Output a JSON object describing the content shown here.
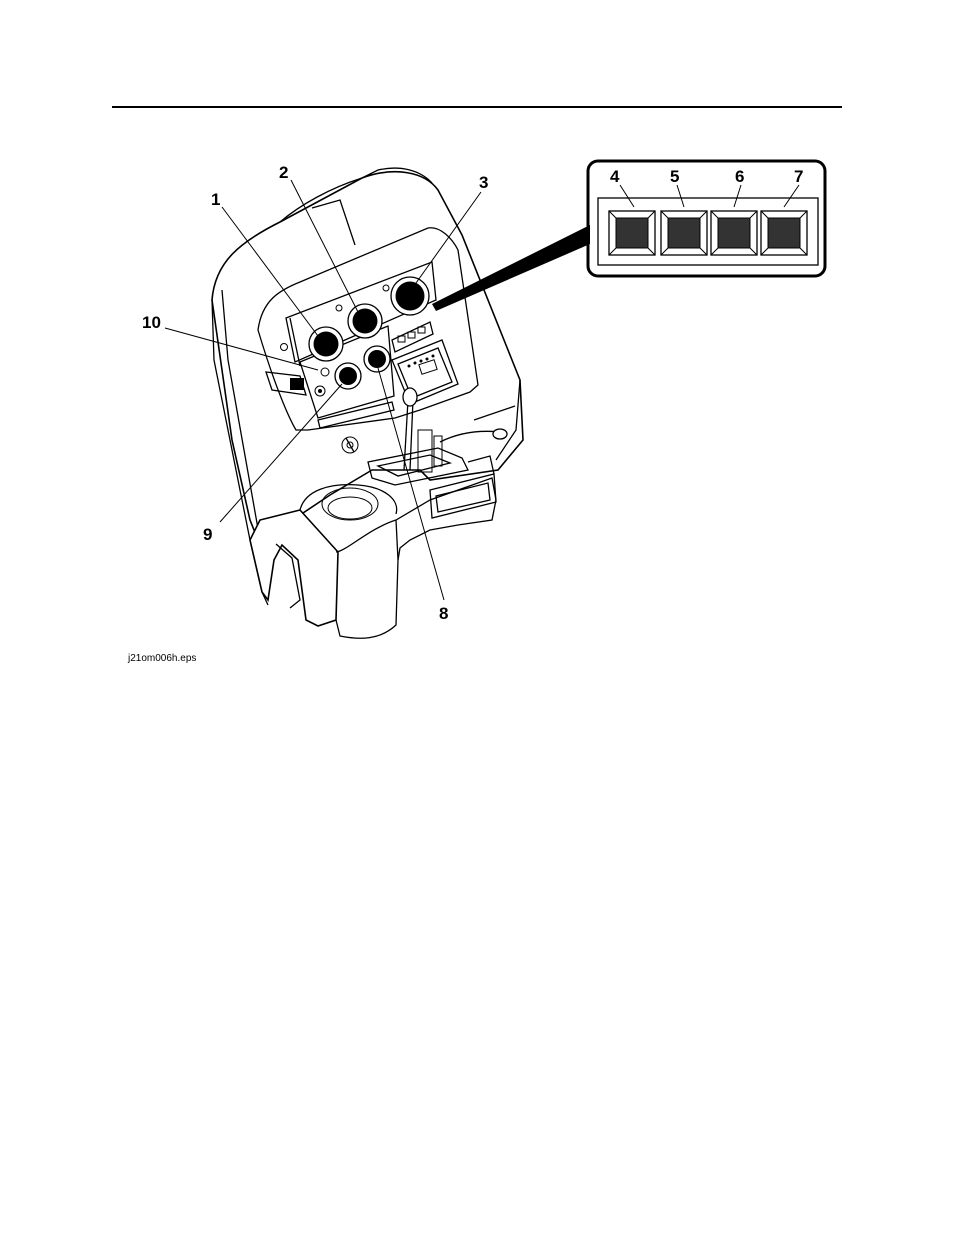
{
  "figure": {
    "callouts": {
      "c1": "1",
      "c2": "2",
      "c3": "3",
      "c4": "4",
      "c5": "5",
      "c6": "6",
      "c7": "7",
      "c8": "8",
      "c9": "9",
      "c10": "10"
    },
    "caption": "j21om006h.eps"
  }
}
